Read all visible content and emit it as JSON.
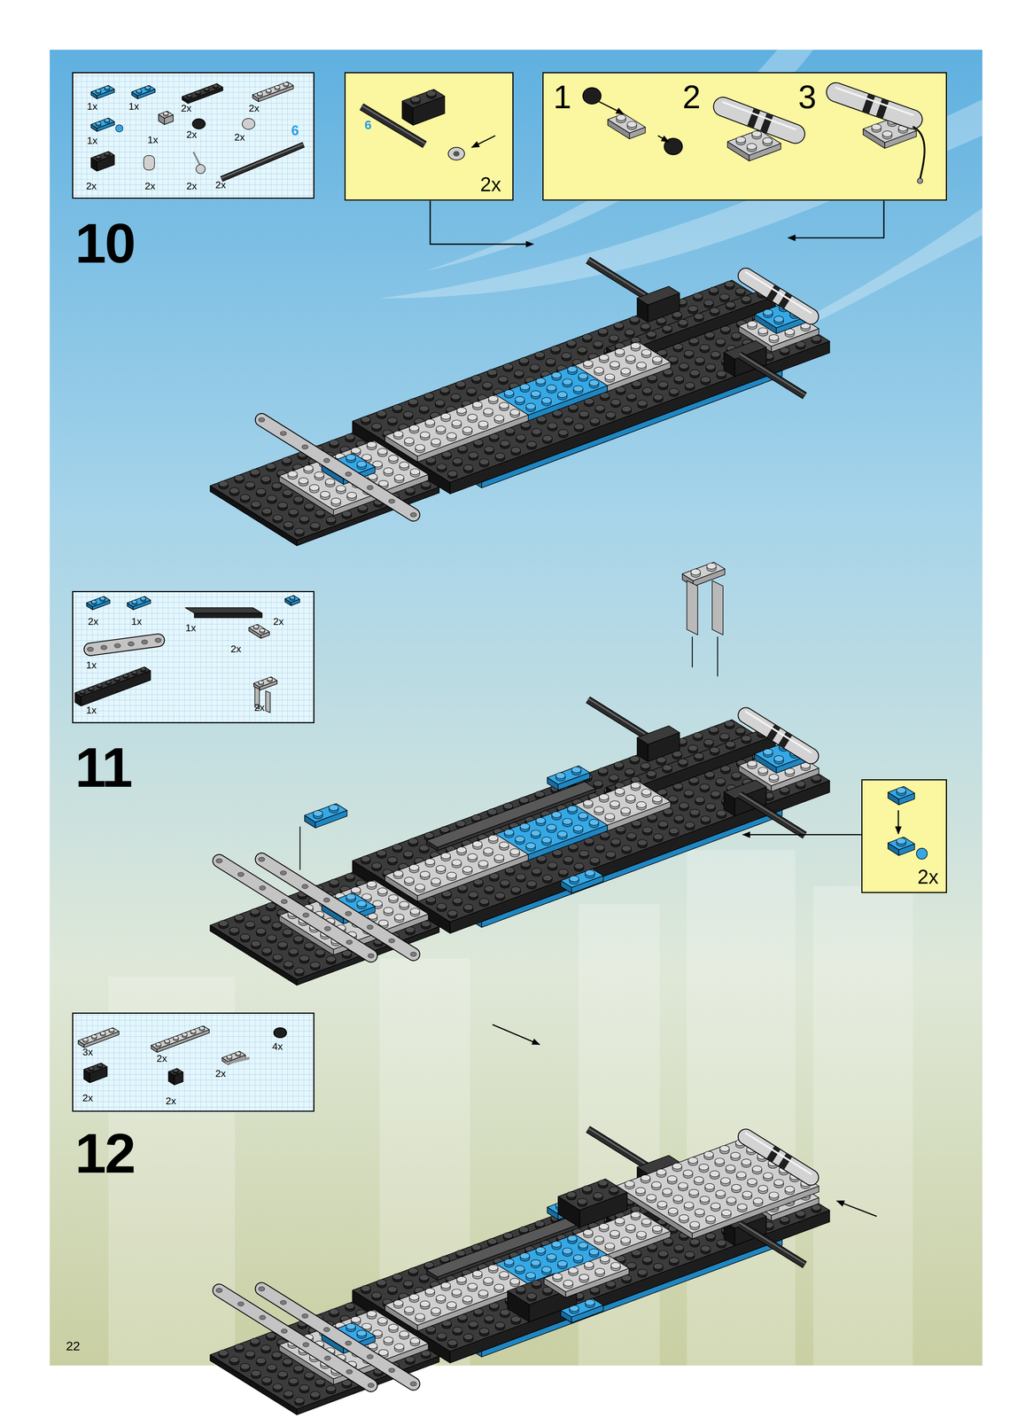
{
  "diagram": {
    "nodes": [
      {
        "text": [
          "1x",
          "1x",
          "2x",
          "2x",
          "1x",
          "1x",
          "2x",
          "2x",
          "6",
          "2x",
          "2x",
          "2x",
          "2x"
        ]
      },
      {
        "text": [
          "6",
          "2x"
        ]
      },
      {
        "text": [
          "1",
          "2",
          "3"
        ]
      },
      {
        "text": [
          "2x",
          "1x",
          "1x",
          "2x",
          "1x",
          "2x",
          "1x",
          "2x"
        ]
      },
      {
        "text": [
          "2x"
        ]
      },
      {
        "text": [
          "3x",
          "2x",
          "4x",
          "2x",
          "2x",
          "2x"
        ]
      }
    ],
    "labels": [
      "10",
      "11",
      "12",
      "22"
    ]
  }
}
